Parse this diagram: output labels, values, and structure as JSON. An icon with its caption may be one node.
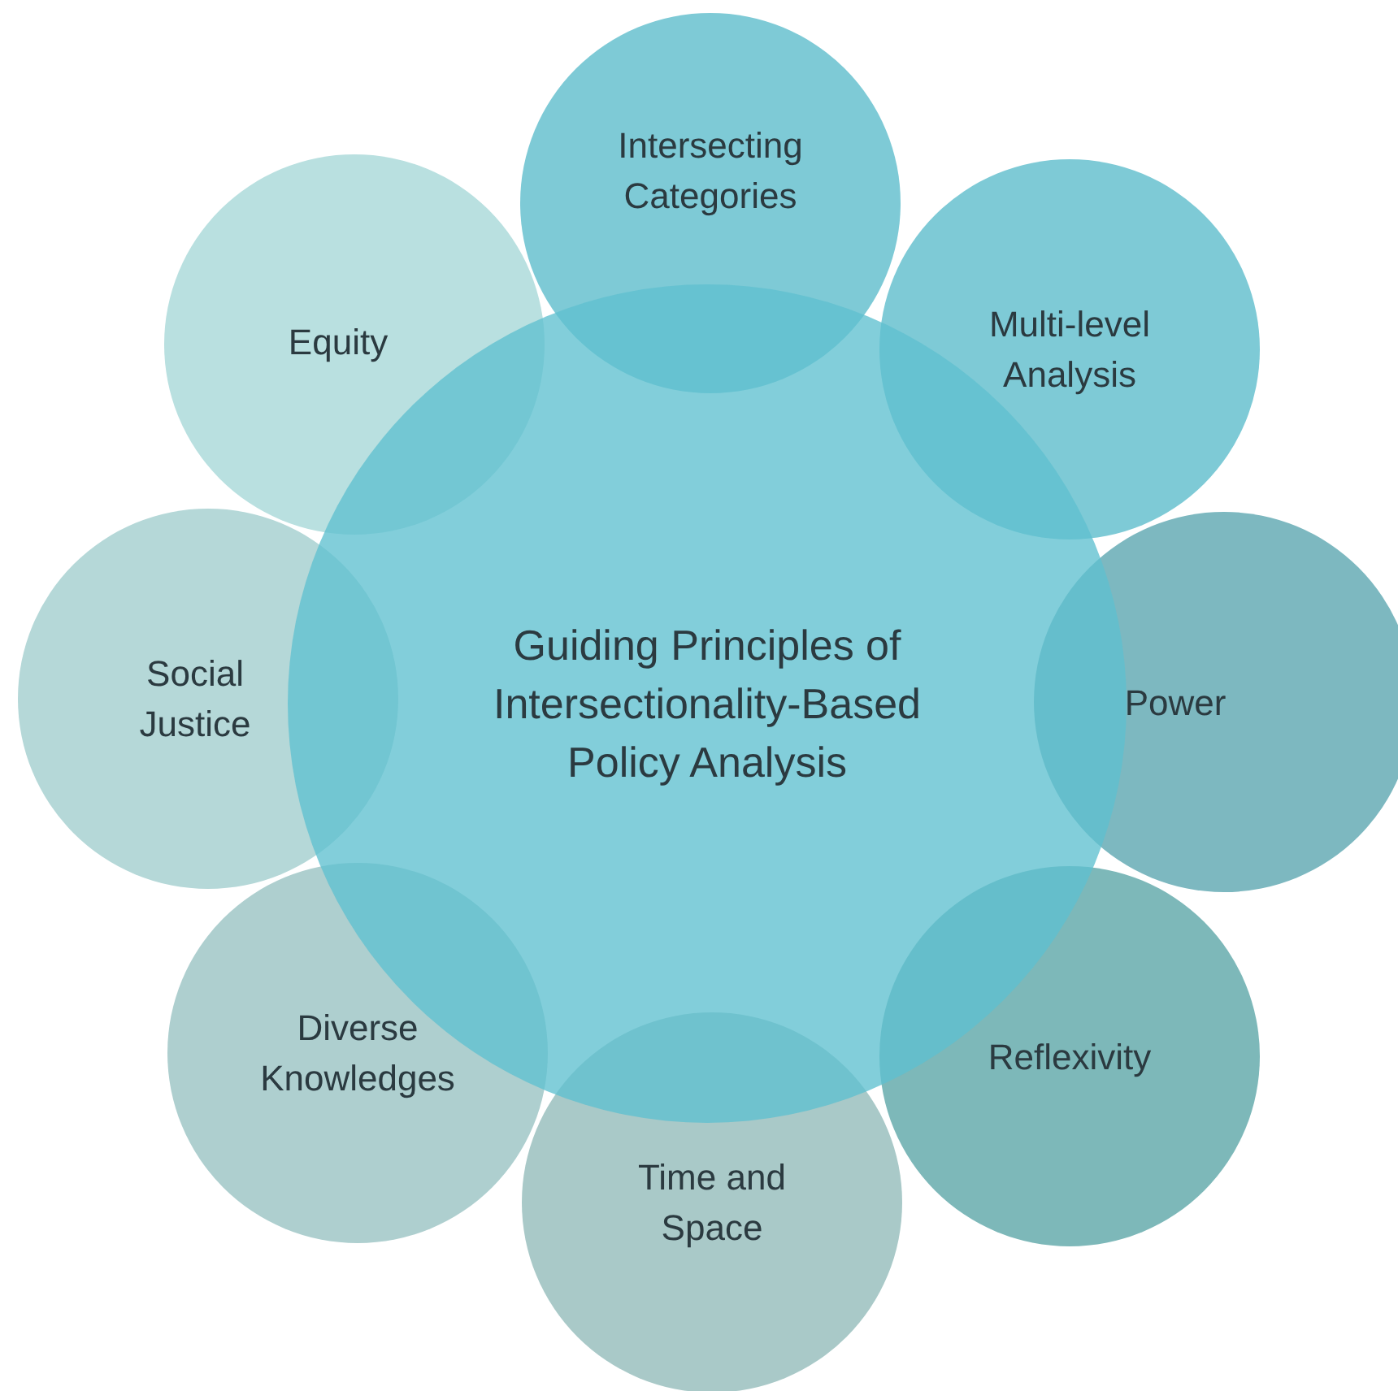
{
  "diagram": {
    "nodes": [
      {
        "text": [
          "Guiding Principles of Intersectionality-Based Policy Analysis"
        ]
      },
      {
        "text": [
          "Intersecting Categories"
        ]
      },
      {
        "text": [
          "Multi-level Analysis"
        ]
      },
      {
        "text": [
          "Power"
        ]
      },
      {
        "text": [
          "Reflexivity"
        ]
      },
      {
        "text": [
          "Time and Space"
        ]
      },
      {
        "text": [
          "Diverse Knowledges"
        ]
      },
      {
        "text": [
          "Social Justice"
        ]
      },
      {
        "text": [
          "Equity"
        ]
      }
    ]
  }
}
